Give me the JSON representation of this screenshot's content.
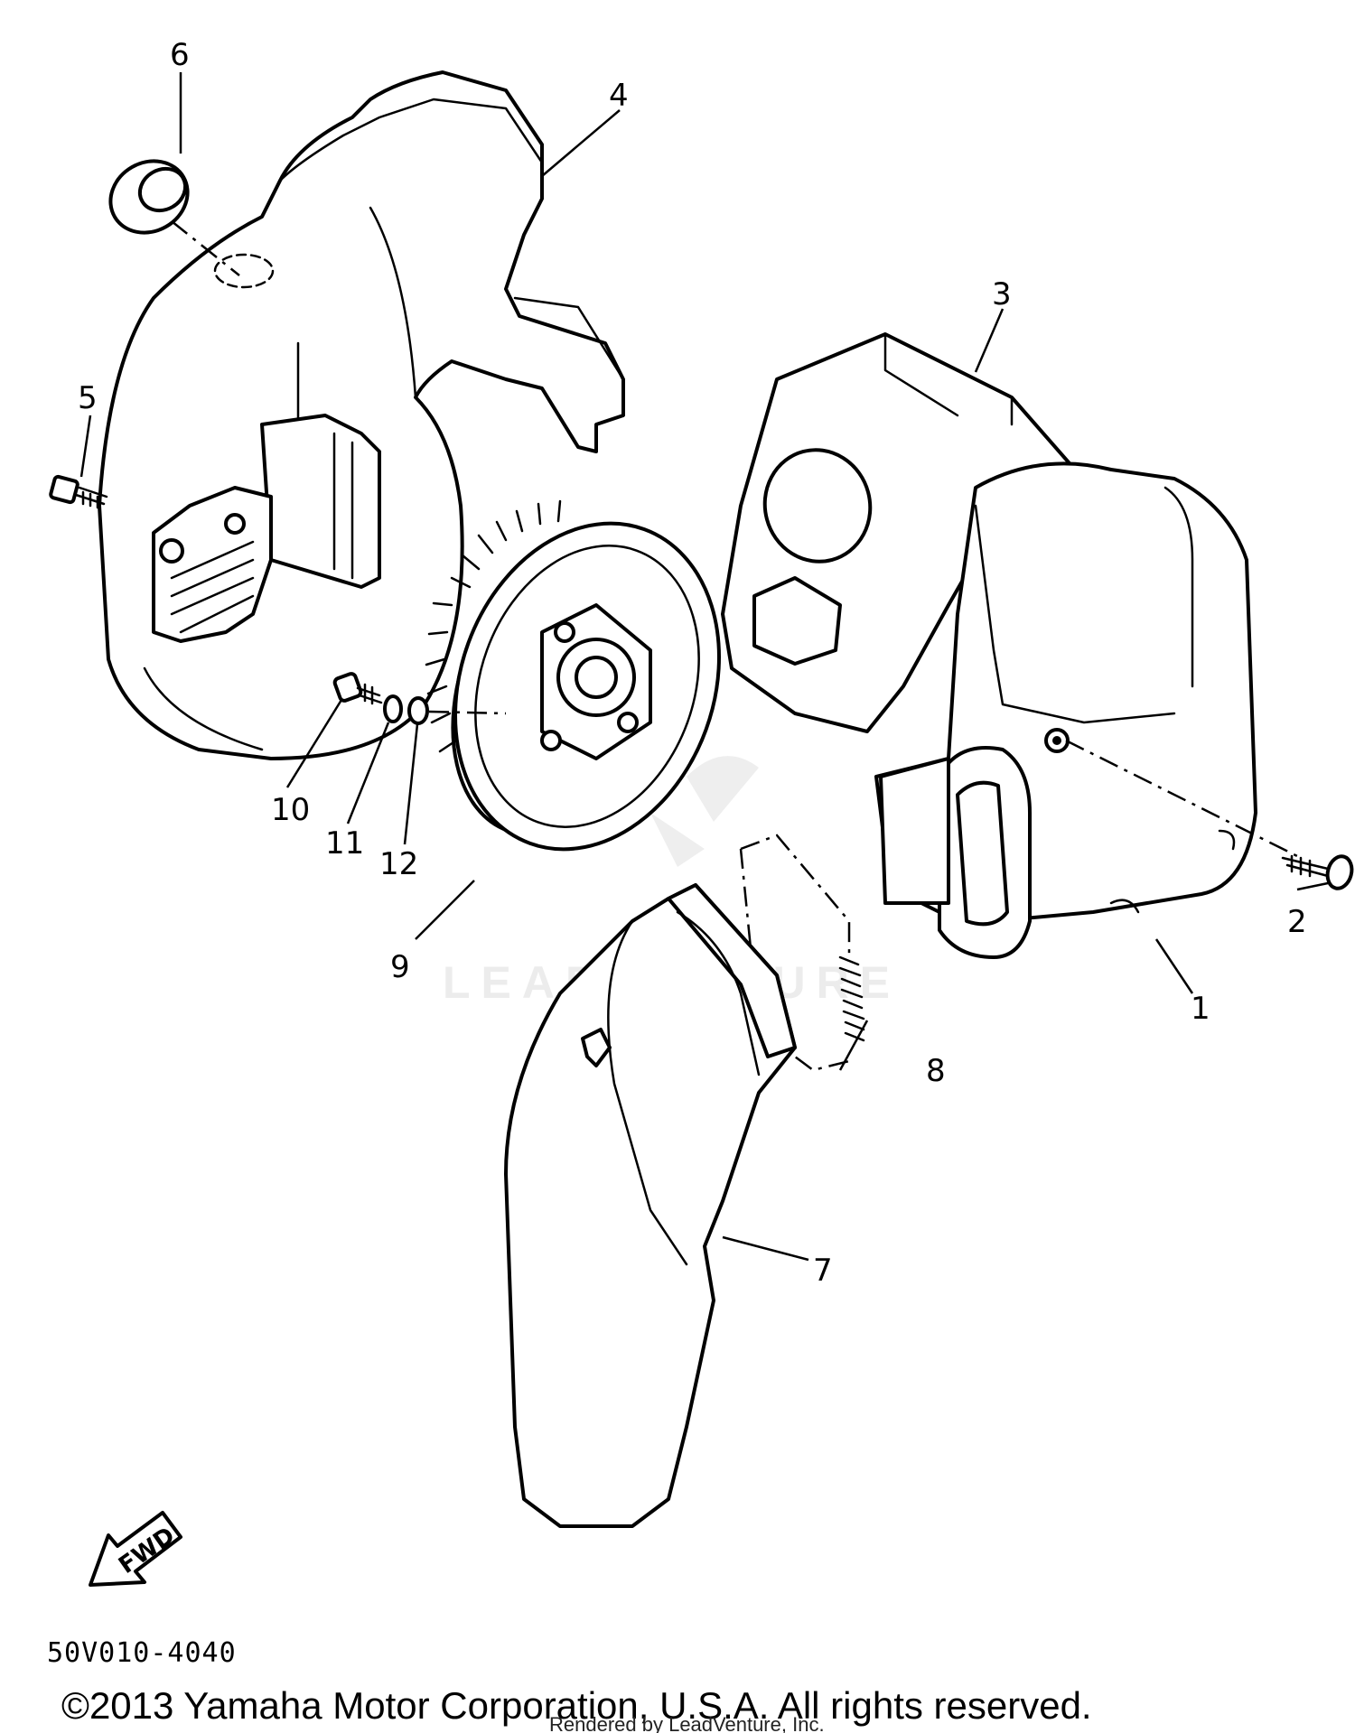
{
  "callouts": {
    "c1": "1",
    "c2": "2",
    "c3": "3",
    "c4": "4",
    "c5": "5",
    "c6": "6",
    "c7": "7",
    "c8": "8",
    "c9": "9",
    "c10": "10",
    "c11": "11",
    "c12": "12"
  },
  "fwd_label": "FWD",
  "diagram_code": "50V010-4040",
  "copyright": "©2013 Yamaha Motor Corporation, U.S.A. All rights reserved.",
  "rendered_by": "Rendered by LeadVenture, Inc.",
  "watermark": "LEADVENTURE"
}
